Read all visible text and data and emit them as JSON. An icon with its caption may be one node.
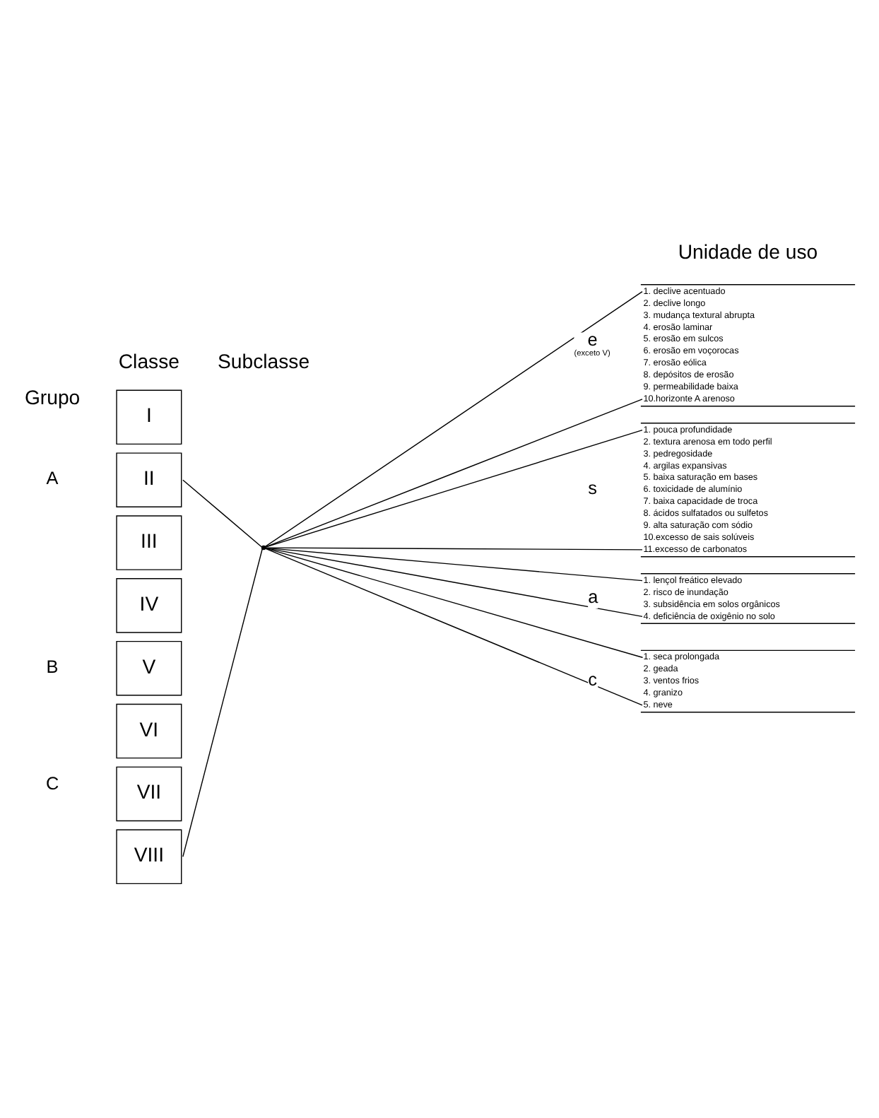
{
  "diagram": {
    "nodes": [
      {
        "text": [
          "I"
        ]
      },
      {
        "text": [
          "II"
        ]
      },
      {
        "text": [
          "III"
        ]
      },
      {
        "text": [
          "IV"
        ]
      },
      {
        "text": [
          "V"
        ]
      },
      {
        "text": [
          "VI"
        ]
      },
      {
        "text": [
          "VII"
        ]
      },
      {
        "text": [
          "VIII"
        ]
      },
      {
        "text": [],
        "shape": "point"
      },
      {
        "text": [
          "1. declive acentuado",
          "2. declive longo",
          "3. mudança textural abrupta",
          "4. erosão laminar",
          "5. erosão em sulcos",
          "6. erosão em voçorocas",
          "7. erosão eólica",
          "8. depósitos de erosão",
          "9. permeabilidade baixa",
          "10.horizonte A arenoso"
        ],
        "beside": [
          "e",
          "(exceto V)"
        ]
      },
      {
        "text": [
          "1. pouca profundidade",
          "2. textura arenosa em todo perfil",
          "3. pedregosidade",
          "4. argilas expansivas",
          "5. baixa saturação em bases",
          "6. toxicidade de alumínio",
          "7. baixa capacidade de troca",
          "8. ácidos sulfatados ou sulfetos",
          "9. alta saturação com sódio",
          "10.excesso de sais solúveis",
          "11.excesso de carbonatos"
        ],
        "beside": [
          "s"
        ]
      },
      {
        "text": [
          "1. lençol freático elevado",
          "2. risco de inundação",
          "3. subsidência em solos orgânicos",
          "4. deficiência de oxigênio no solo"
        ],
        "beside": [
          "a"
        ]
      },
      {
        "text": [
          "1. seca prolongada",
          "2. geada",
          "3. ventos frios",
          "4. granizo",
          "5. neve"
        ],
        "beside": [
          "c"
        ]
      }
    ],
    "edges": [
      {
        "from": 1,
        "to": 8,
        "arrow": "none"
      },
      {
        "from": 7,
        "to": 8,
        "arrow": "none"
      },
      {
        "from": 8,
        "to": 9,
        "arrow": "none"
      },
      {
        "from": 8,
        "to": 9,
        "arrow": "none"
      },
      {
        "from": 8,
        "to": 10,
        "arrow": "none"
      },
      {
        "from": 8,
        "to": 10,
        "arrow": "none"
      },
      {
        "from": 8,
        "to": 11,
        "arrow": "none"
      },
      {
        "from": 8,
        "to": 11,
        "arrow": "none"
      },
      {
        "from": 8,
        "to": 12,
        "arrow": "none"
      },
      {
        "from": 8,
        "to": 12,
        "arrow": "none"
      }
    ],
    "labels": [
      "Grupo",
      "Classe",
      "Subclasse",
      "Unidade de uso",
      "A",
      "B",
      "C"
    ]
  }
}
